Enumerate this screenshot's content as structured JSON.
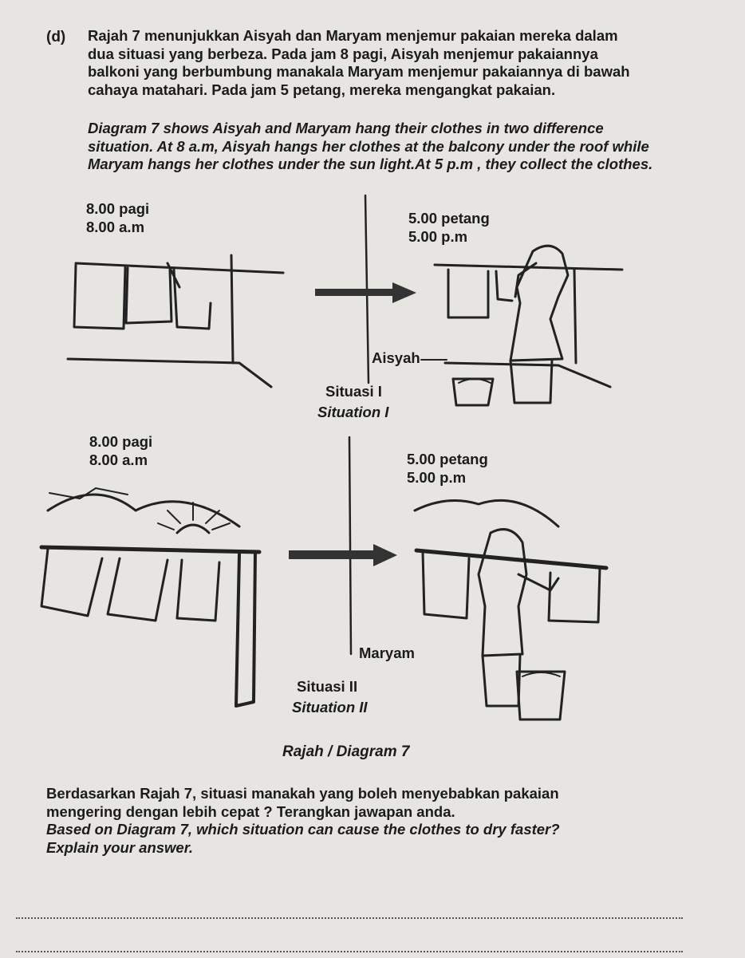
{
  "question_label": "(d)",
  "intro_ms": [
    "Rajah 7 menunjukkan Aisyah dan Maryam menjemur pakaian mereka dalam",
    "dua situasi yang berbeza. Pada jam 8 pagi, Aisyah menjemur pakaiannya",
    "balkoni yang berbumbung manakala Maryam menjemur pakaiannya di bawah",
    "cahaya matahari. Pada jam 5 petang, mereka mengangkat pakaian."
  ],
  "intro_en": [
    "Diagram 7 shows Aisyah and Maryam hang their clothes in two difference",
    "situation. At 8 a.m, Aisyah hangs her clothes at the balcony under the roof while",
    "Maryam hangs her clothes under the sun light.At 5 p.m , they collect the clothes."
  ],
  "situation1": {
    "time_left_ms": "8.00 pagi",
    "time_left_en": "8.00 a.m",
    "time_right_ms": "5.00 petang",
    "time_right_en": "5.00 p.m",
    "person": "Aisyah",
    "label_ms": "Situasi I",
    "label_en": "Situation I"
  },
  "situation2": {
    "time_left_ms": "8.00 pagi",
    "time_left_en": "8.00 a.m",
    "time_right_ms": "5.00 petang",
    "time_right_en": "5.00 p.m",
    "person": "Maryam",
    "label_ms": "Situasi II",
    "label_en": "Situation II"
  },
  "diagram_title": "Rajah / Diagram 7",
  "question_ms": [
    "Berdasarkan Rajah 7, situasi manakah yang boleh menyebabkan pakaian",
    "mengering dengan lebih cepat ? Terangkan jawapan anda."
  ],
  "question_en": [
    "Based on Diagram 7, which situation can cause the clothes to dry faster?",
    "Explain your answer."
  ]
}
